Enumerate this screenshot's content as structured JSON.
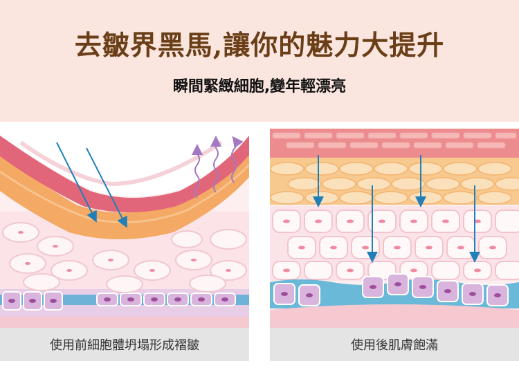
{
  "headline": "去皺界黑馬,讓你的魅力大提升",
  "subline": "瞬間緊緻細胞,變年輕漂亮",
  "panels": [
    {
      "caption": "使用前細胞體坍塌形成褶皺"
    },
    {
      "caption": "使用後肌膚飽滿"
    }
  ],
  "colors": {
    "header_bg": "#fbe6df",
    "headline": "#6a3e17",
    "arrow": "#1f7fb6",
    "wavy_arrow": "#a279c2",
    "caption_bg": "#e4e4e4"
  }
}
